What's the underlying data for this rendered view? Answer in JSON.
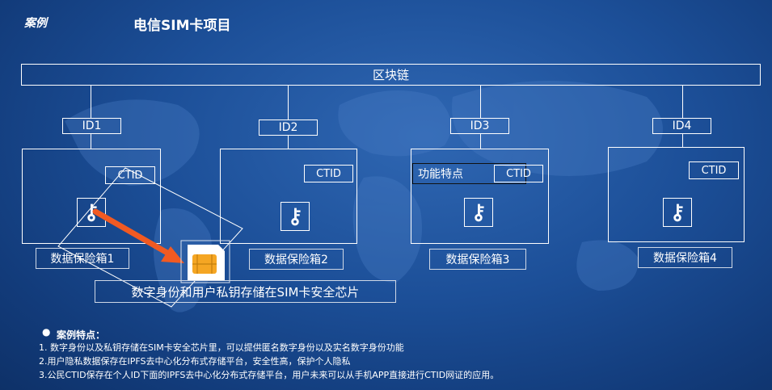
{
  "header": {
    "case_label": "案例",
    "title": "电信SIM卡项目"
  },
  "blockchain": {
    "label": "区块链"
  },
  "ids": [
    "ID1",
    "ID2",
    "ID3",
    "ID4"
  ],
  "ctid_label": "CTID",
  "function_label": "功能特点",
  "vaults": [
    "数据保险箱1",
    "数据保险箱2",
    "数据保险箱3",
    "数据保险箱4"
  ],
  "sim_note": "数字身份和用户私钥存储在SIM卡安全芯片",
  "features": {
    "bullet": "●",
    "heading": "案例特点：",
    "items": [
      "1. 数字身份以及私钥存储在SIM卡安全芯片里，可以提供匿名数字身份以及实名数字身份功能",
      "2.用户隐私数据保存在IPFS去中心化分布式存储平台，安全性高，保护个人隐私",
      "3.公民CTID保存在个人ID下面的IPFS去中心化分布式存储平台，用户未来可以从手机APP直接进行CTID网证的应用。"
    ]
  },
  "colors": {
    "arrow": "#f15a22",
    "chip": "#f5a623",
    "line": "#ffffff"
  },
  "icons": [
    "key-icon",
    "sim-card-icon",
    "arrow-icon",
    "world-map-icon"
  ]
}
